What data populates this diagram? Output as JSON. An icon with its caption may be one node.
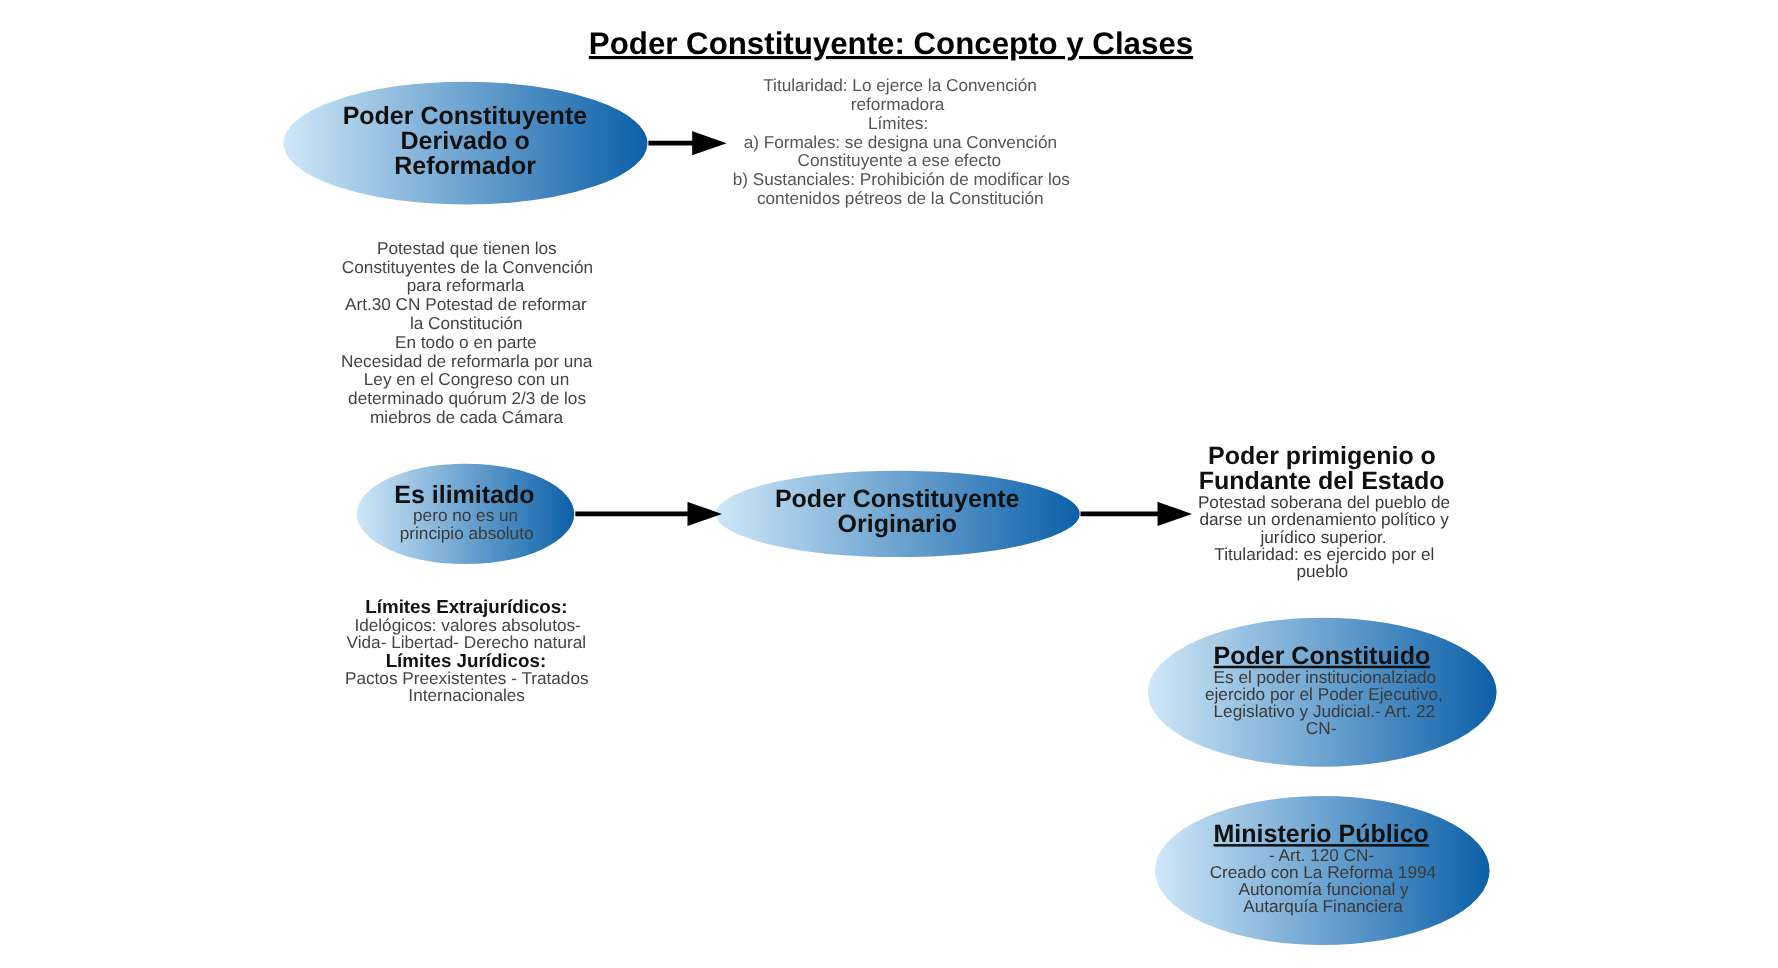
{
  "diagram": {
    "title": "Poder Constituyente: Concepto y Clases",
    "nodes": [
      {
        "text": [
          "Es ilimitado",
          "pero no es un principio absoluto"
        ],
        "beside": [
          "Límites Extrajurídicos:",
          "Idelógicos: valores absolutos- Vida- Libertad- Derecho natural",
          "Límites Jurídicos:",
          "Pactos Preexistentes - Tratados Internacionales"
        ]
      },
      {
        "text": [
          "Poder Constituyente Originario"
        ]
      },
      {
        "text": [
          "Poder primigenio o Fundante del Estado",
          "Potestad soberana del pueblo de darse un ordenamiento político y jurídico superior.",
          "Titularidad: es ejercido por el pueblo"
        ]
      },
      {
        "text": [
          "Poder Constituyente Derivado o Reformador"
        ],
        "beside": [
          "Potestad que tienen los Constituyentes de la Convención para reformarla",
          "Art.30 CN Potestad de reformar la Constitución",
          "En todo o en parte",
          "Necesidad de reformarla por una Ley en el Congreso con un determinado quórum 2/3 de los miebros de cada Cámara"
        ]
      },
      {
        "text": [
          "Titularidad: Lo ejerce la Convención reformadora",
          "Límites:",
          "a) Formales: se designa una Convención Constituyente a ese efecto",
          "b) Sustanciales: Prohibición de modificar los contenidos pétreos de la Constitución"
        ]
      },
      {
        "text": [
          "Poder Constituido",
          "Es el poder institucionalziado ejercido por el Poder Ejecutivo, Legislativo y Judicial.- Art. 22 CN-"
        ]
      },
      {
        "text": [
          "Ministerio Público",
          "- Art. 120 CN-",
          "Creado con La Reforma 1994",
          "Autonomía funcional y Autarquía Financiera"
        ]
      }
    ],
    "edges": [
      {
        "from": 0,
        "to": 1,
        "arrow": "to"
      },
      {
        "from": 1,
        "to": 2,
        "arrow": "to"
      },
      {
        "from": 3,
        "to": 4,
        "arrow": "to"
      }
    ]
  }
}
